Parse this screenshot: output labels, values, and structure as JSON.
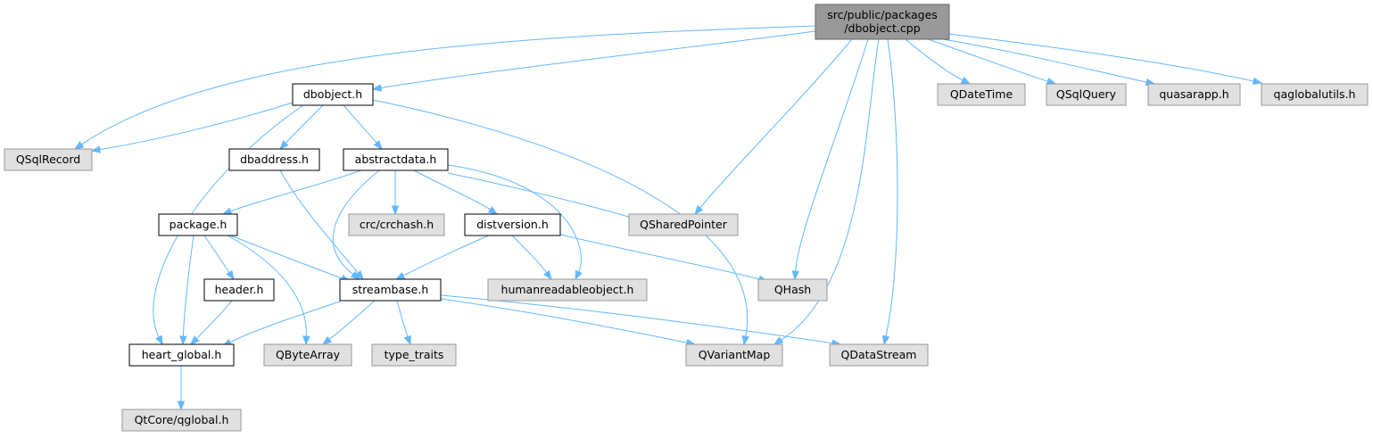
{
  "colors": {
    "root_fill": "#999999",
    "root_stroke": "#666666",
    "local_fill": "#ffffff",
    "local_stroke": "#000000",
    "external_fill": "#e0e0e0",
    "external_stroke": "#999999",
    "edge": "#63b8ff"
  },
  "nodes": [
    {
      "id": "root",
      "kind": "root",
      "lines": [
        "src/public/packages",
        "/dbobject.cpp"
      ]
    },
    {
      "id": "dbobject_h",
      "kind": "local",
      "lines": [
        "dbobject.h"
      ]
    },
    {
      "id": "qdatetime",
      "kind": "external",
      "lines": [
        "QDateTime"
      ]
    },
    {
      "id": "qsqlquery",
      "kind": "external",
      "lines": [
        "QSqlQuery"
      ]
    },
    {
      "id": "quasarapp_h",
      "kind": "external",
      "lines": [
        "quasarapp.h"
      ]
    },
    {
      "id": "qaglobalutils_h",
      "kind": "external",
      "lines": [
        "qaglobalutils.h"
      ]
    },
    {
      "id": "qsqlrecord",
      "kind": "external",
      "lines": [
        "QSqlRecord"
      ]
    },
    {
      "id": "dbaddress_h",
      "kind": "local",
      "lines": [
        "dbaddress.h"
      ]
    },
    {
      "id": "abstractdata_h",
      "kind": "local",
      "lines": [
        "abstractdata.h"
      ]
    },
    {
      "id": "package_h",
      "kind": "local",
      "lines": [
        "package.h"
      ]
    },
    {
      "id": "crchash_h",
      "kind": "external",
      "lines": [
        "crc/crchash.h"
      ]
    },
    {
      "id": "distversion_h",
      "kind": "local",
      "lines": [
        "distversion.h"
      ]
    },
    {
      "id": "qsharedpointer",
      "kind": "external",
      "lines": [
        "QSharedPointer"
      ]
    },
    {
      "id": "header_h",
      "kind": "local",
      "lines": [
        "header.h"
      ]
    },
    {
      "id": "streambase_h",
      "kind": "local",
      "lines": [
        "streambase.h"
      ]
    },
    {
      "id": "humanreadableobject_h",
      "kind": "external",
      "lines": [
        "humanreadableobject.h"
      ]
    },
    {
      "id": "qhash",
      "kind": "external",
      "lines": [
        "QHash"
      ]
    },
    {
      "id": "heart_global_h",
      "kind": "local",
      "lines": [
        "heart_global.h"
      ]
    },
    {
      "id": "qbytearray",
      "kind": "external",
      "lines": [
        "QByteArray"
      ]
    },
    {
      "id": "type_traits",
      "kind": "external",
      "lines": [
        "type_traits"
      ]
    },
    {
      "id": "qvariantmap",
      "kind": "external",
      "lines": [
        "QVariantMap"
      ]
    },
    {
      "id": "qdatastream",
      "kind": "external",
      "lines": [
        "QDataStream"
      ]
    },
    {
      "id": "qglobal_h",
      "kind": "external",
      "lines": [
        "QtCore/qglobal.h"
      ]
    }
  ],
  "edges": [
    {
      "from": "root",
      "to": "dbobject_h"
    },
    {
      "from": "root",
      "to": "qsqlrecord"
    },
    {
      "from": "root",
      "to": "qsharedpointer"
    },
    {
      "from": "root",
      "to": "qhash"
    },
    {
      "from": "root",
      "to": "qvariantmap"
    },
    {
      "from": "root",
      "to": "qdatastream"
    },
    {
      "from": "root",
      "to": "qdatetime"
    },
    {
      "from": "root",
      "to": "qsqlquery"
    },
    {
      "from": "root",
      "to": "quasarapp_h"
    },
    {
      "from": "root",
      "to": "qaglobalutils_h"
    },
    {
      "from": "dbobject_h",
      "to": "qsqlrecord"
    },
    {
      "from": "dbobject_h",
      "to": "dbaddress_h"
    },
    {
      "from": "dbobject_h",
      "to": "abstractdata_h"
    },
    {
      "from": "dbobject_h",
      "to": "heart_global_h"
    },
    {
      "from": "dbobject_h",
      "to": "qvariantmap"
    },
    {
      "from": "dbaddress_h",
      "to": "streambase_h"
    },
    {
      "from": "abstractdata_h",
      "to": "package_h"
    },
    {
      "from": "abstractdata_h",
      "to": "crchash_h"
    },
    {
      "from": "abstractdata_h",
      "to": "distversion_h"
    },
    {
      "from": "abstractdata_h",
      "to": "qsharedpointer"
    },
    {
      "from": "abstractdata_h",
      "to": "humanreadableobject_h"
    },
    {
      "from": "abstractdata_h",
      "to": "streambase_h"
    },
    {
      "from": "package_h",
      "to": "header_h"
    },
    {
      "from": "package_h",
      "to": "heart_global_h"
    },
    {
      "from": "package_h",
      "to": "streambase_h"
    },
    {
      "from": "package_h",
      "to": "qbytearray"
    },
    {
      "from": "distversion_h",
      "to": "streambase_h"
    },
    {
      "from": "distversion_h",
      "to": "humanreadableobject_h"
    },
    {
      "from": "distversion_h",
      "to": "qhash"
    },
    {
      "from": "header_h",
      "to": "heart_global_h"
    },
    {
      "from": "streambase_h",
      "to": "heart_global_h"
    },
    {
      "from": "streambase_h",
      "to": "qbytearray"
    },
    {
      "from": "streambase_h",
      "to": "type_traits"
    },
    {
      "from": "streambase_h",
      "to": "qvariantmap"
    },
    {
      "from": "streambase_h",
      "to": "qdatastream"
    },
    {
      "from": "heart_global_h",
      "to": "qglobal_h"
    }
  ]
}
